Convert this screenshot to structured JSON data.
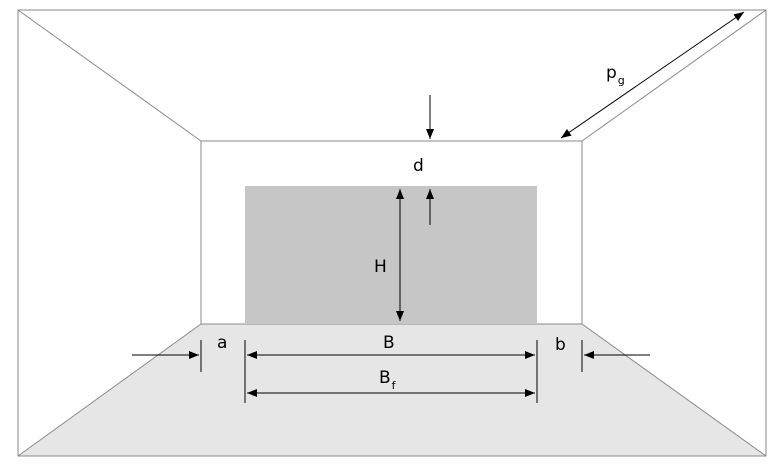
{
  "colors": {
    "floor": "#e6e6e6",
    "block": "#c6c6c6",
    "edge": "#8a8a8a",
    "ink": "#000000"
  },
  "labels": {
    "pg_main": "p",
    "pg_sub": "g",
    "d": "d",
    "H": "H",
    "a": "a",
    "B": "B",
    "b": "b",
    "Bf_main": "B",
    "Bf_sub": "f"
  }
}
